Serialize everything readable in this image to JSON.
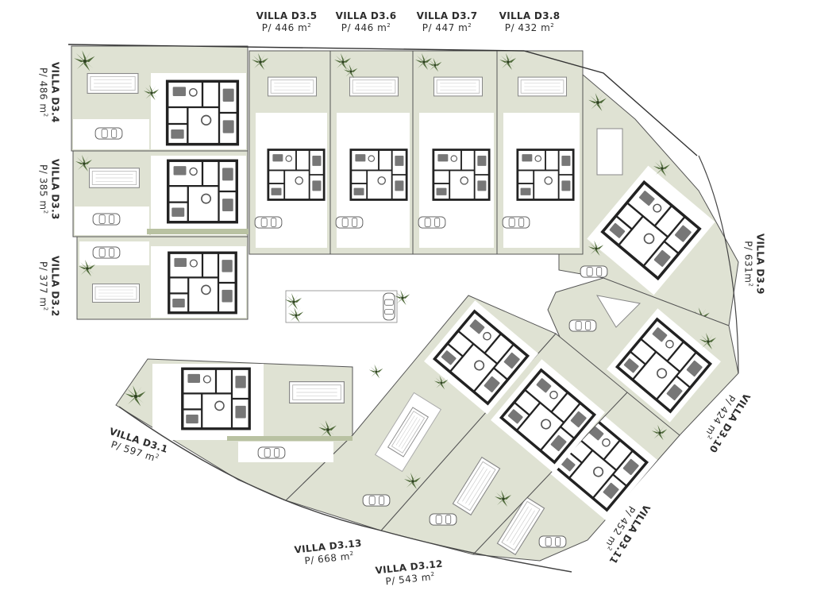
{
  "palette": {
    "garden": "#dfe2d3",
    "paving": "#ffffff",
    "wall": "#222222",
    "boundary": "#333333",
    "hedge": "#b9c2a2",
    "palm": "#4f6a3a",
    "pool": "#ffffff",
    "label": "#2d2d2d"
  },
  "icons": [
    "palm-tree-icon",
    "car-icon",
    "pool-shape",
    "house-floorplan"
  ],
  "villas": [
    {
      "id": "d3-1",
      "name": "VILLA D3.1",
      "area_value": "597",
      "area_text": "P/ 597 m",
      "unit_exp": "2"
    },
    {
      "id": "d3-2",
      "name": "VILLA D3.2",
      "area_value": "377",
      "area_text": "P/ 377 m",
      "unit_exp": "2"
    },
    {
      "id": "d3-3",
      "name": "VILLA D3.3",
      "area_value": "385",
      "area_text": "P/ 385 m",
      "unit_exp": "2"
    },
    {
      "id": "d3-4",
      "name": "VILLA D3.4",
      "area_value": "486",
      "area_text": "P/ 486 m",
      "unit_exp": "2"
    },
    {
      "id": "d3-5",
      "name": "VILLA D3.5",
      "area_value": "446",
      "area_text": "P/  446 m",
      "unit_exp": "2"
    },
    {
      "id": "d3-6",
      "name": "VILLA D3.6",
      "area_value": "446",
      "area_text": "P/  446 m",
      "unit_exp": "2"
    },
    {
      "id": "d3-7",
      "name": "VILLA D3.7",
      "area_value": "447",
      "area_text": "P/  447 m",
      "unit_exp": "2"
    },
    {
      "id": "d3-8",
      "name": "VILLA D3.8",
      "area_value": "432",
      "area_text": "P/  432 m",
      "unit_exp": "2"
    },
    {
      "id": "d3-9",
      "name": "VILLA D3.9",
      "area_value": "631",
      "area_text": "P/ 631m",
      "unit_exp": "2"
    },
    {
      "id": "d3-10",
      "name": "VILLA D3.10",
      "area_value": "424",
      "area_text": "P/ 424 m",
      "unit_exp": "2"
    },
    {
      "id": "d3-11",
      "name": "VILLA D3.11",
      "area_value": "452",
      "area_text": "P/ 452 m",
      "unit_exp": "2"
    },
    {
      "id": "d3-12",
      "name": "VILLA D3.12",
      "area_value": "543",
      "area_text": "P/ 543 m",
      "unit_exp": "2"
    },
    {
      "id": "d3-13",
      "name": "VILLA D3.13",
      "area_value": "668",
      "area_text": "P/ 668 m",
      "unit_exp": "2"
    }
  ]
}
